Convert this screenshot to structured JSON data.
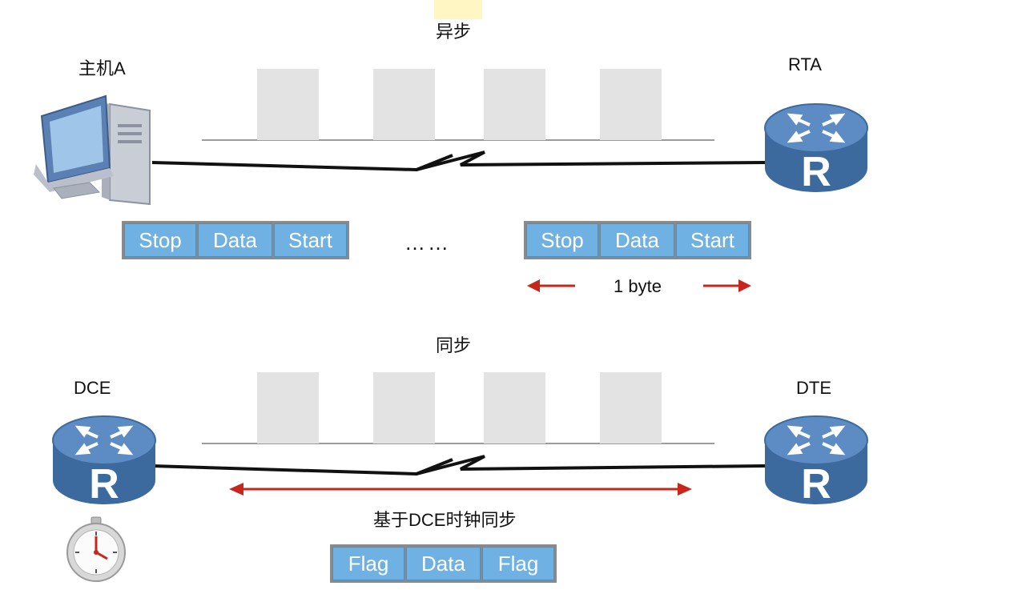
{
  "async": {
    "title": "异步",
    "host_label": "主机A",
    "router_label": "RTA",
    "frame_left": [
      "Stop",
      "Data",
      "Start"
    ],
    "frame_right": [
      "Stop",
      "Data",
      "Start"
    ],
    "ellipsis": "……",
    "byte_label": "1 byte"
  },
  "sync": {
    "title": "同步",
    "left_label": "DCE",
    "right_label": "DTE",
    "clock_caption": "基于DCE时钟同步",
    "frame": [
      "Flag",
      "Data",
      "Flag"
    ]
  },
  "colors": {
    "cell_fill": "#6fb1e3",
    "arrow": "#c8251c",
    "router_body": "#3d6a9e",
    "pulse": "#e3e3e3"
  },
  "icons": [
    "computer-icon",
    "router-icon",
    "stopwatch-icon",
    "arrow-left-icon",
    "arrow-right-icon",
    "arrow-double-icon"
  ]
}
